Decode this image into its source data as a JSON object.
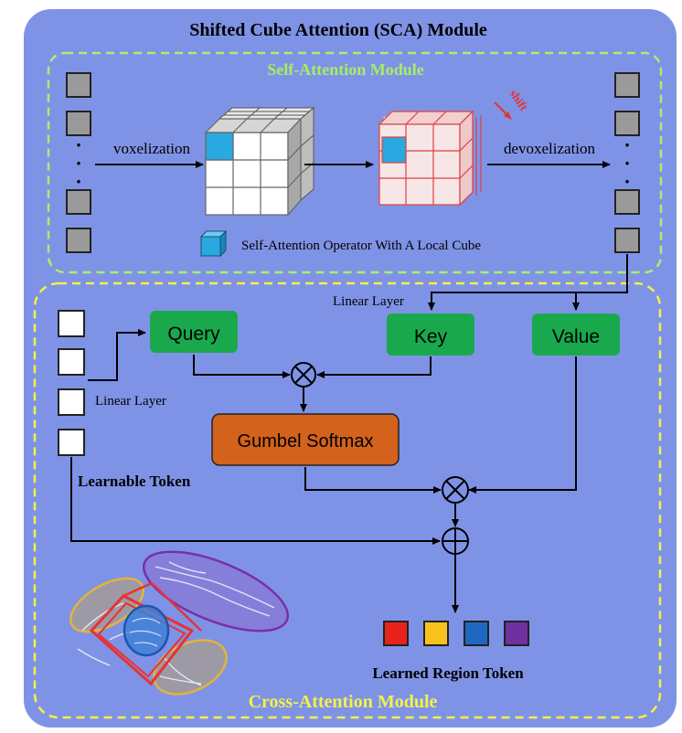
{
  "title": "Shifted Cube Attention (SCA) Module",
  "self_attention": {
    "title": "Self-Attention Module",
    "voxelization": "voxelization",
    "devoxelization": "devoxelization",
    "shift": "shift",
    "legend": "Self-Attention Operator With A Local Cube",
    "dots": "·"
  },
  "cross_attention": {
    "title": "Cross-Attention Module",
    "linear_layer_top": "Linear Layer",
    "linear_layer_left": "Linear Layer",
    "query": "Query",
    "key": "Key",
    "value": "Value",
    "gumbel": "Gumbel Softmax",
    "learnable_token": "Learnable Token",
    "learned_region_token": "Learned Region Token"
  },
  "colors": {
    "outer_bg": "#7f93e6",
    "green_dash": "#a8f06a",
    "yellow_dash": "#f5f04a",
    "self_title": "#a6ef62",
    "cross_title": "#f5f04a",
    "block_green": "#1aa84c",
    "block_orange": "#d2621c",
    "cube_blue": "#2aa8e0",
    "shift_red": "#e53232",
    "token_red": "#e8231c",
    "token_yellow": "#f6c21b",
    "token_blue": "#1f68c2",
    "token_purple": "#6f30a0"
  },
  "region_tokens": [
    "red",
    "yellow",
    "blue",
    "purple"
  ]
}
